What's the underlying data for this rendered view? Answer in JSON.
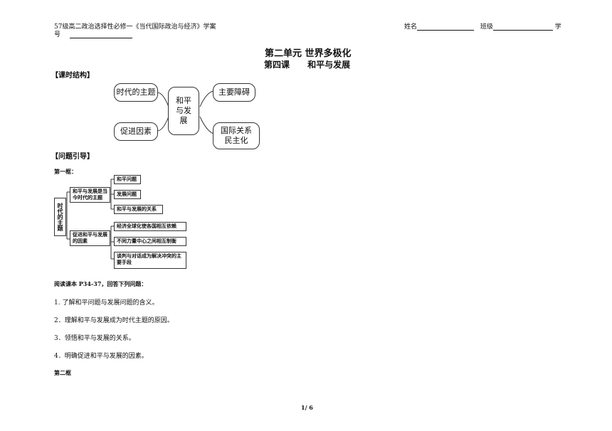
{
  "header": {
    "left_line1": "57级高二政治选择性必修一《当代国际政治与经济》学案",
    "left_line2": "号",
    "name_label": "姓名",
    "class_label": "班级",
    "xue": "学"
  },
  "title": {
    "unit": "第二单元  世界多极化",
    "lesson": "第四课      和平与发展"
  },
  "section_structure": "【课时结构】",
  "structure_map": {
    "left_top": "时代的主题",
    "left_bottom": "促进因素",
    "center": "和平与发展",
    "right_top": "主要障碍",
    "right_bottom": "国际关系民主化"
  },
  "section_questions": "【问题引导】",
  "frame1_label": "第一框：",
  "frame1_map": {
    "root": "时代的主题",
    "branch1": "和平与发展是当今时代的主题",
    "branch1_items": [
      "和平问题",
      "发展问题",
      "和平与发展的关系"
    ],
    "branch2": "促进和平与发展的因素",
    "branch2_items": [
      "经济全球化使各国相互依赖",
      "不同力量中心之间相互制衡",
      "谈判与对话成为解决冲突的主要手段"
    ]
  },
  "reading_prompt": "阅读课本 P34-37，回答下列问题：",
  "questions": [
    "1. 了解和平问题与发展问题的含义。",
    "2．理解和平与发展成为时代主题的原因。",
    "3．领悟和平与发展的关系。",
    "4．明确促进和平与发展的因素。"
  ],
  "frame2_label": "第二框",
  "footer": {
    "page": "1/ 6"
  }
}
